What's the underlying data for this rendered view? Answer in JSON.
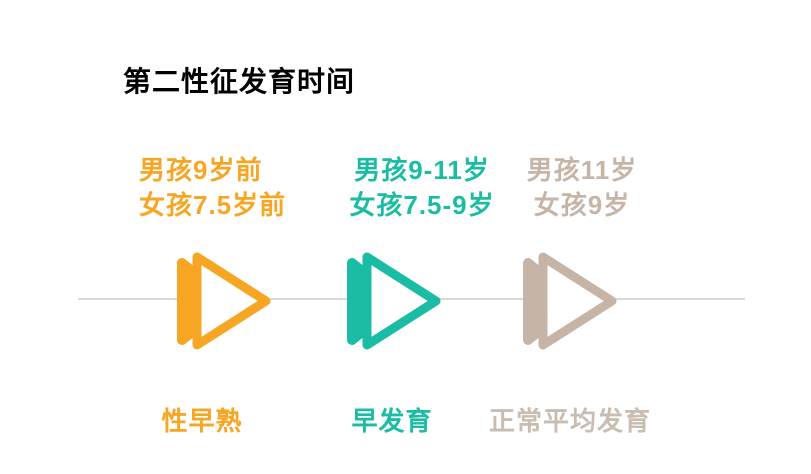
{
  "title": "第二性征发育时间",
  "colors": {
    "background": "#FFFFFF",
    "title_text": "#000000",
    "timeline_line": "#D8D8D8",
    "orange": "#F6A623",
    "teal": "#1ABCA4",
    "tan": "#C6B5A6",
    "tan_light": "#C9BCB0"
  },
  "timeline": {
    "stages": [
      {
        "age_line1": "男孩9岁前",
        "age_line2": "女孩7.5岁前",
        "label": "性早熟",
        "color": "#F6A623",
        "label_color": "#F6A623",
        "icon": "fast-forward-double-arrow"
      },
      {
        "age_line1": "男孩9-11岁",
        "age_line2": "女孩7.5-9岁",
        "label": "早发育",
        "color": "#1ABCA4",
        "label_color": "#1ABCA4",
        "icon": "fast-forward-double-arrow"
      },
      {
        "age_line1": "男孩11岁",
        "age_line2": "女孩9岁",
        "label": "正常平均发育",
        "color": "#C6B5A6",
        "label_color": "#C9BCB0",
        "icon": "fast-forward-double-arrow"
      }
    ]
  }
}
